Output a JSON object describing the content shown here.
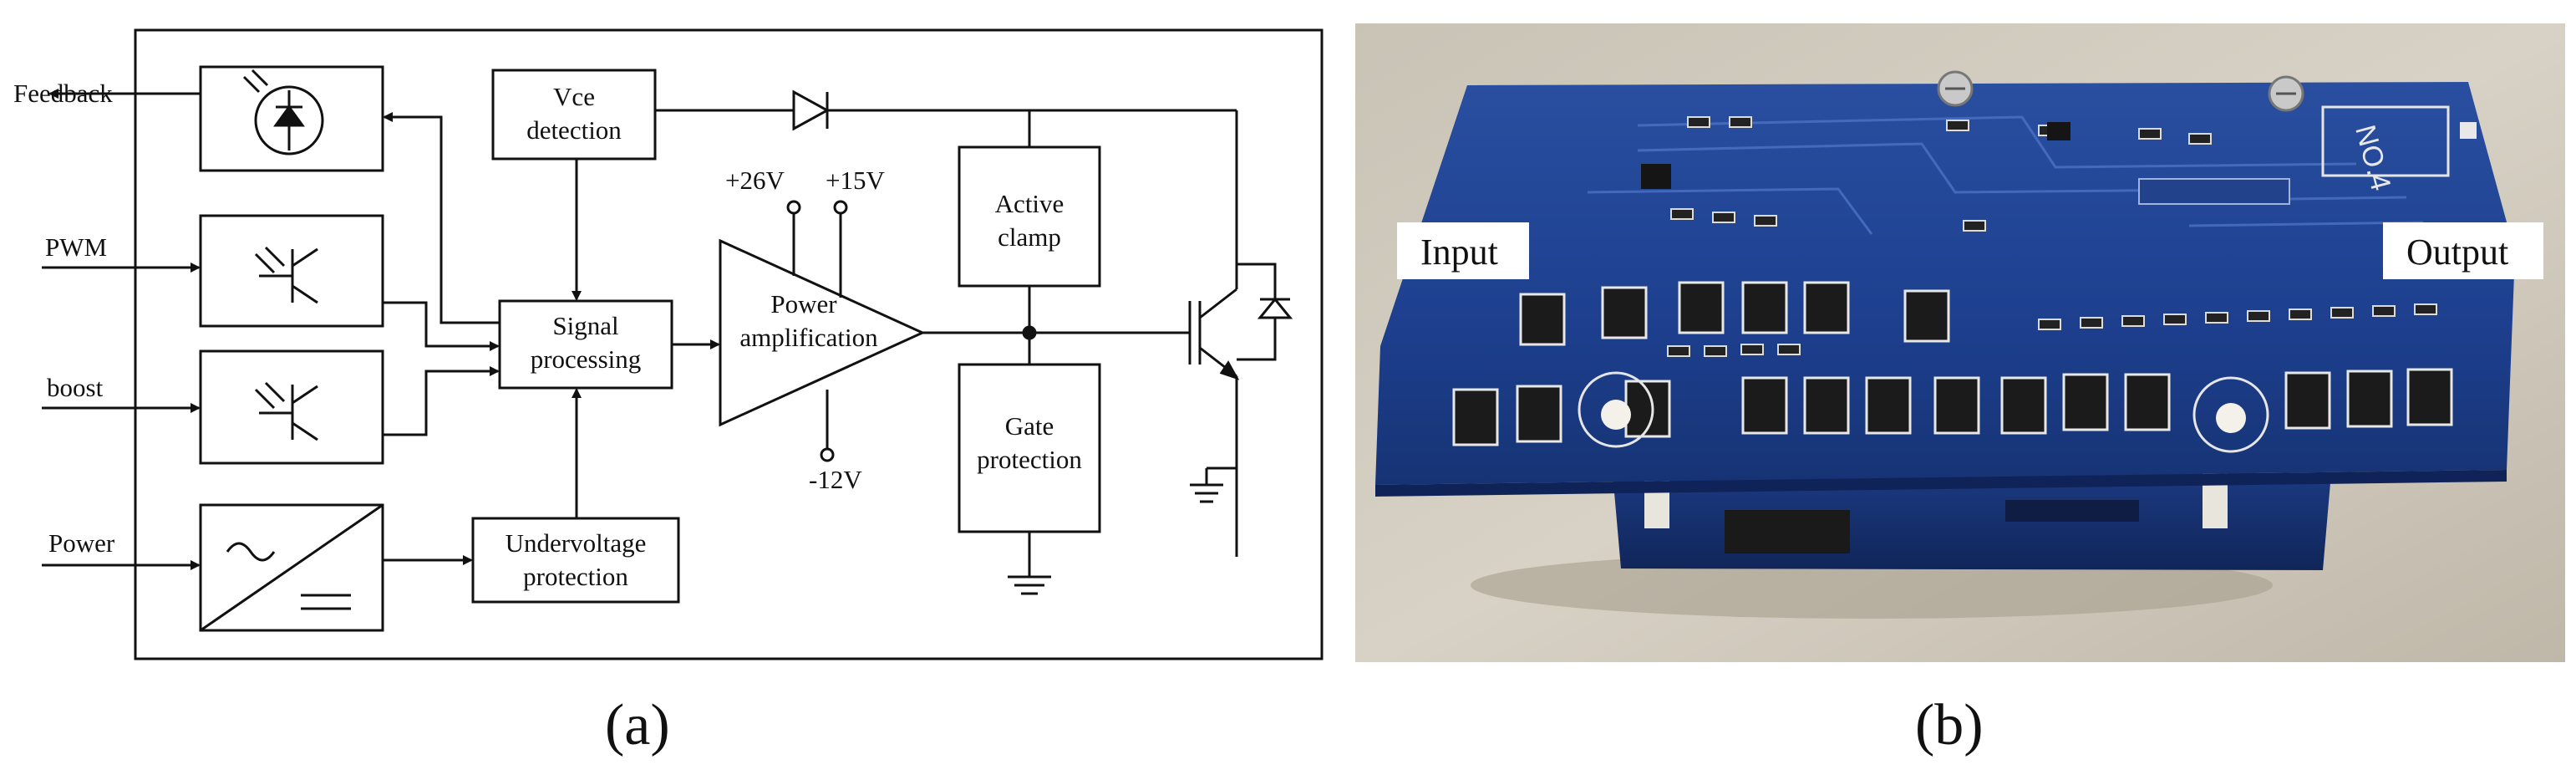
{
  "panel_a": {
    "caption": "(a)",
    "inputs": {
      "feedback": "Feedback",
      "pwm": "PWM",
      "boost": "boost",
      "power": "Power"
    },
    "blocks": {
      "vce_line1": "Vce",
      "vce_line2": "detection",
      "signal_line1": "Signal",
      "signal_line2": "processing",
      "amp_line1": "Power",
      "amp_line2": "amplification",
      "active_line1": "Active",
      "active_line2": "clamp",
      "gate_line1": "Gate",
      "gate_line2": "protection",
      "uv_line1": "Undervoltage",
      "uv_line2": "protection"
    },
    "supplies": {
      "v26": "+26V",
      "v15": "+15V",
      "vneg12": "-12V"
    }
  },
  "panel_b": {
    "caption": "(b)",
    "input_label": "Input",
    "output_label": "Output",
    "board_marking": "NO.4"
  }
}
